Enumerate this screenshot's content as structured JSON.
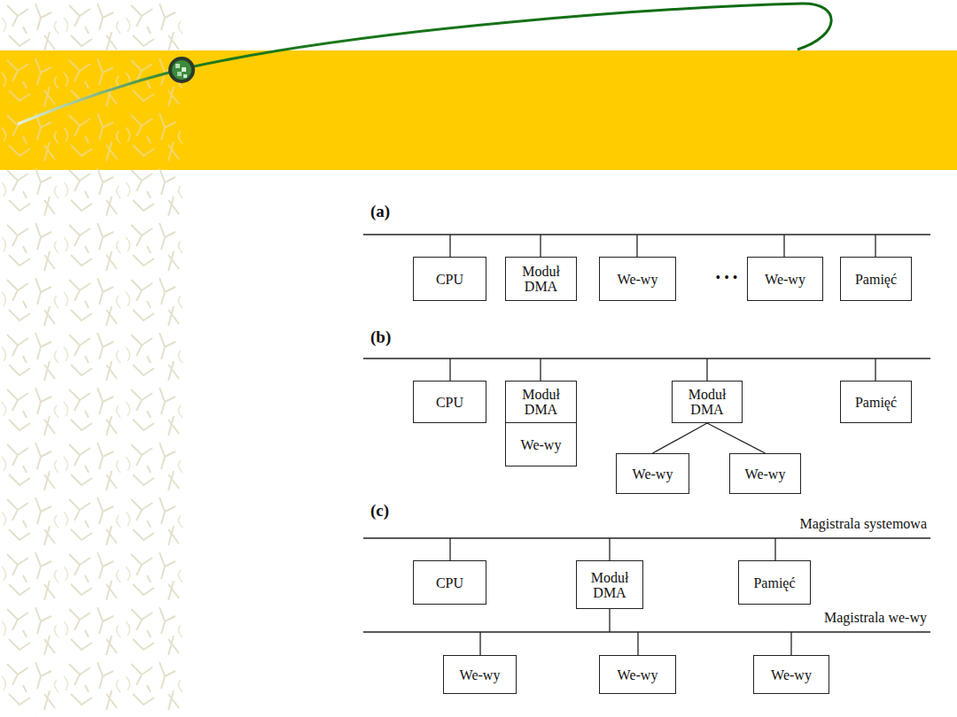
{
  "diagram": {
    "nodes": [
      {
        "text": [
          "CPU"
        ]
      },
      {
        "text": [
          "Moduł DMA"
        ]
      },
      {
        "text": [
          "We-wy"
        ]
      },
      {
        "text": [
          "We-wy"
        ]
      },
      {
        "text": [
          "Pamięć"
        ]
      },
      {
        "text": [
          "CPU"
        ]
      },
      {
        "text": [
          "Moduł DMA"
        ]
      },
      {
        "text": [
          "We-wy"
        ]
      },
      {
        "text": [
          "Moduł DMA"
        ]
      },
      {
        "text": [
          "Pamięć"
        ]
      },
      {
        "text": [
          "We-wy"
        ]
      },
      {
        "text": [
          "We-wy"
        ]
      },
      {
        "text": [
          "CPU"
        ]
      },
      {
        "text": [
          "Moduł DMA"
        ]
      },
      {
        "text": [
          "Pamięć"
        ]
      },
      {
        "text": [
          "We-wy"
        ]
      },
      {
        "text": [
          "We-wy"
        ]
      },
      {
        "text": [
          "We-wy"
        ]
      }
    ],
    "edges": [
      {
        "from": 8,
        "to": 10,
        "arrow": "none"
      },
      {
        "from": 8,
        "to": 11,
        "arrow": "none"
      }
    ],
    "labels": [
      "(a)",
      "• • •",
      "(b)",
      "(c)",
      "Magistrala systemowa",
      "Magistrala we-wy"
    ]
  }
}
